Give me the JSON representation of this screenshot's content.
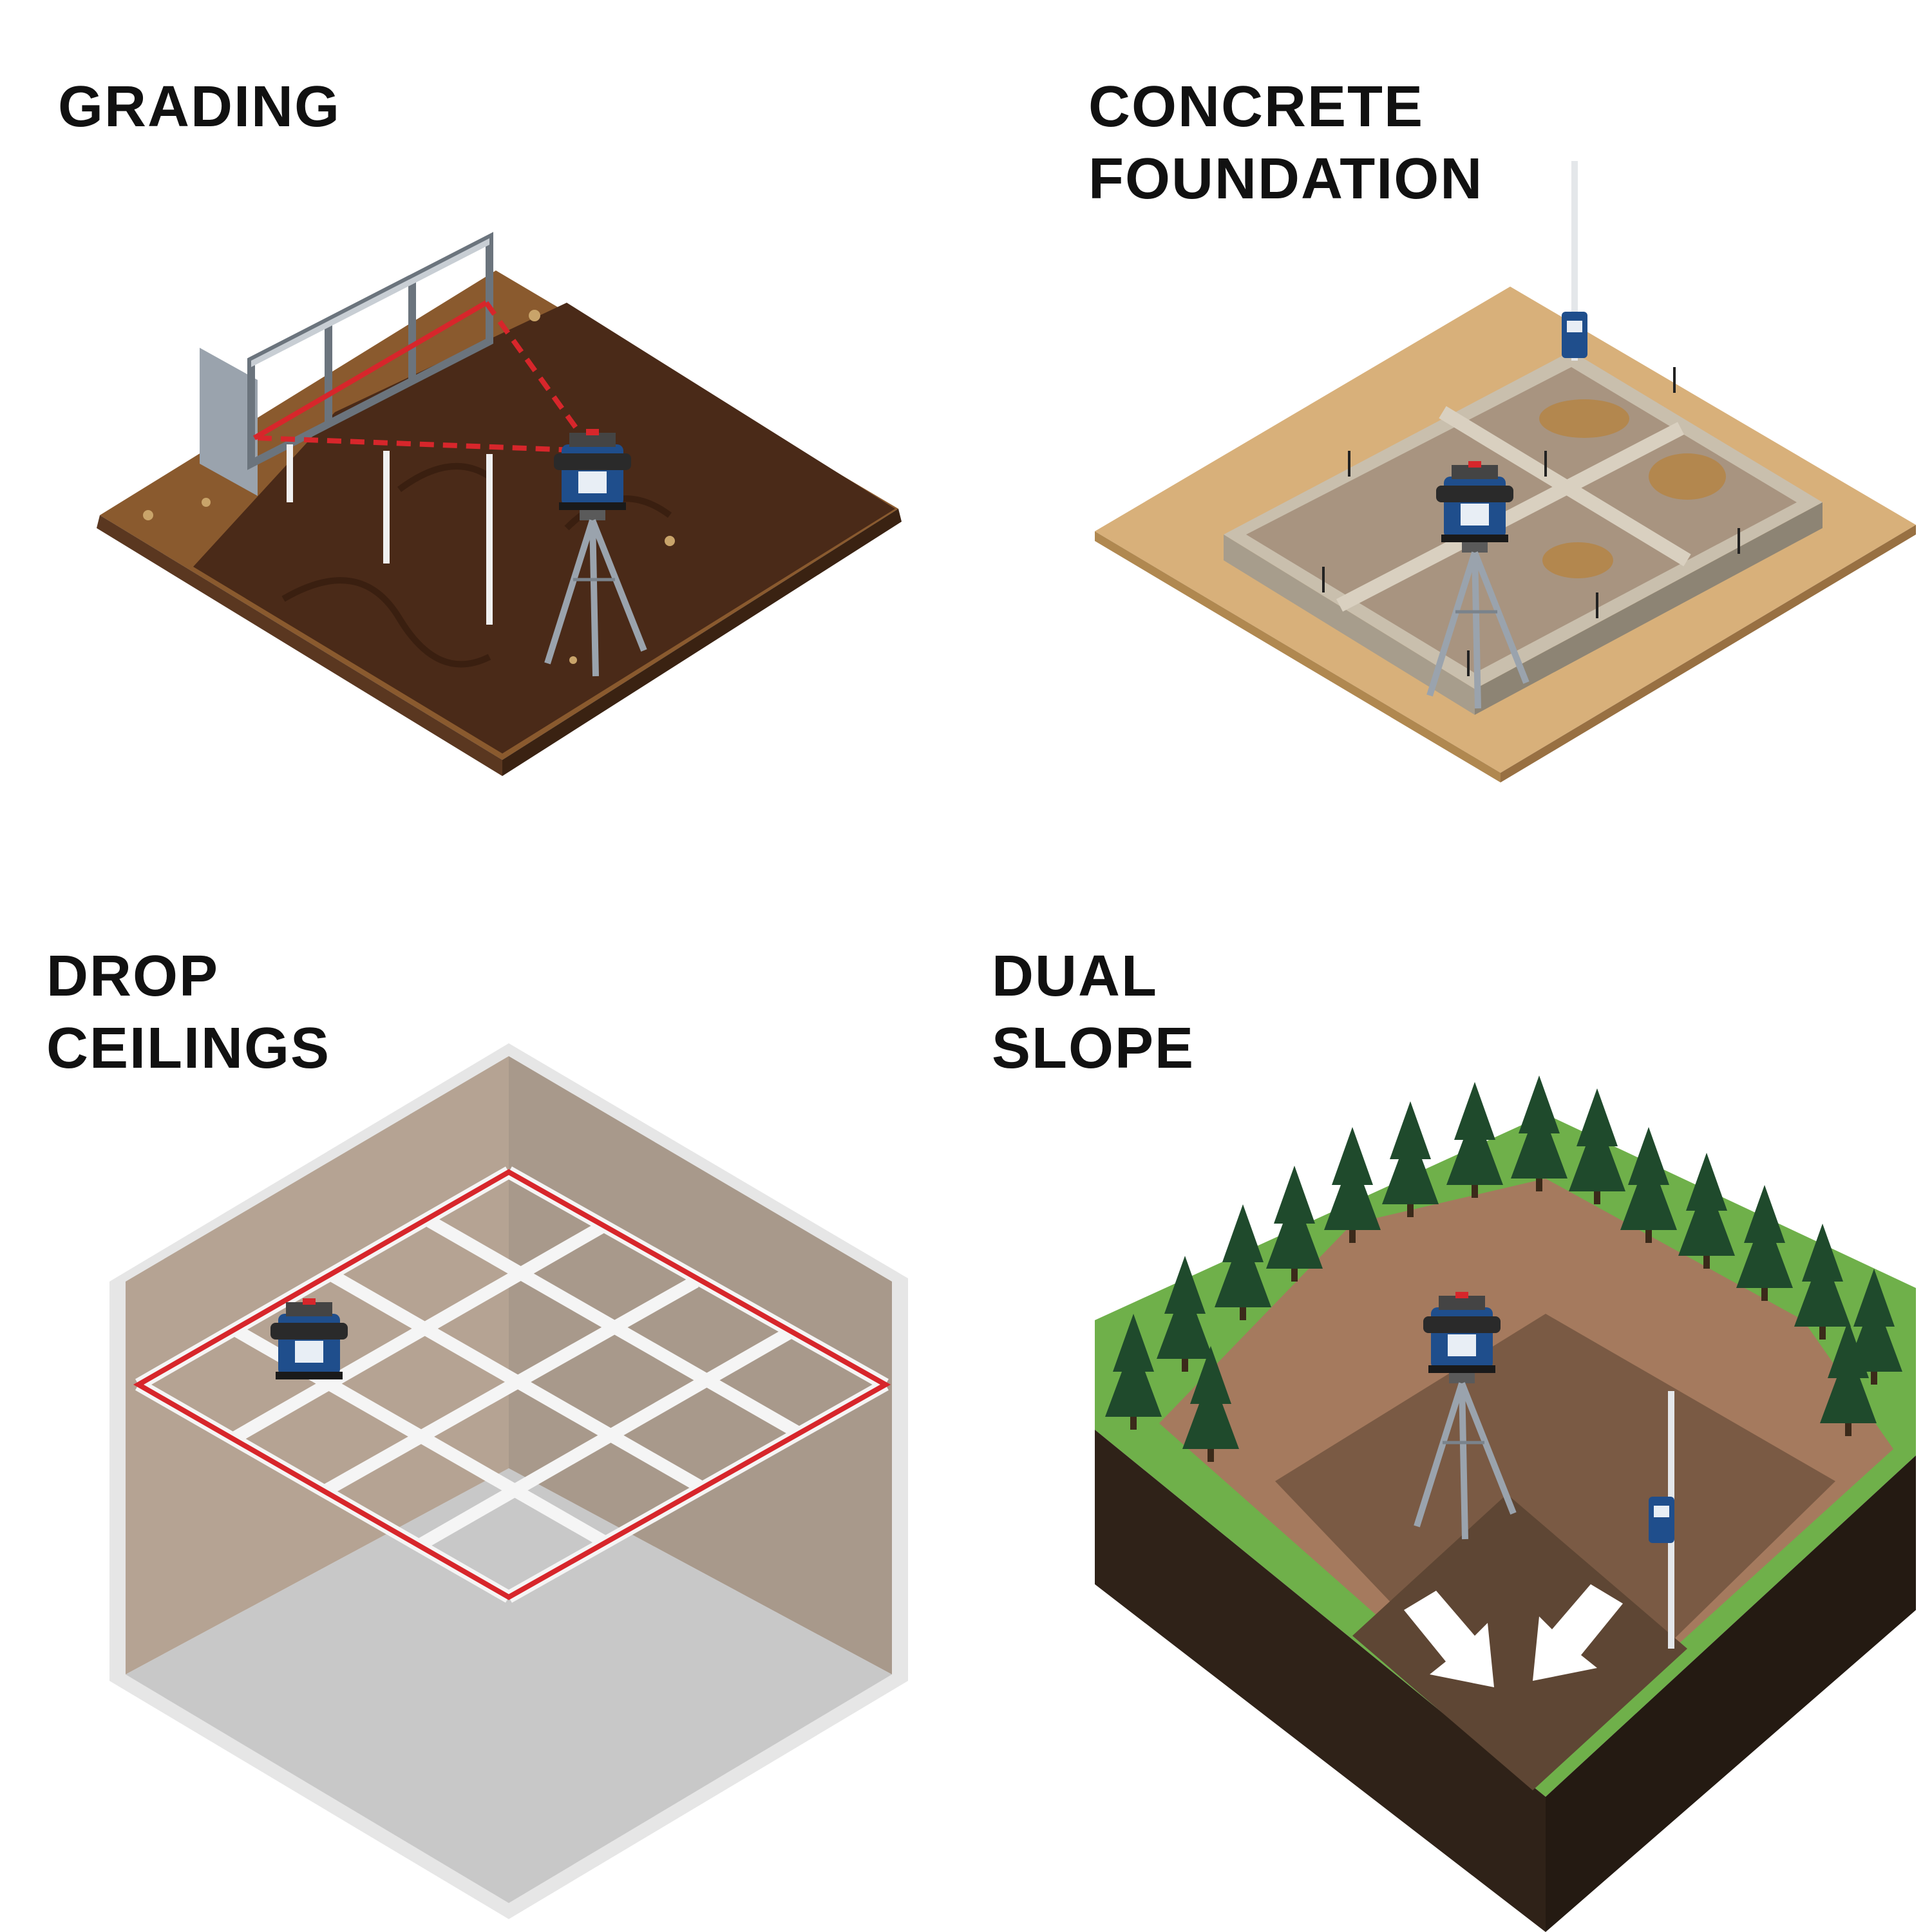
{
  "panels": {
    "grading": {
      "title_line1": "GRADING"
    },
    "concrete": {
      "title_line1": "CONCRETE",
      "title_line2": "FOUNDATION"
    },
    "drop_ceilings": {
      "title_line1": "DROP",
      "title_line2": "CEILINGS"
    },
    "dual_slope": {
      "title_line1": "DUAL",
      "title_line2": "SLOPE"
    }
  },
  "colors": {
    "laser": "#d7262b",
    "tool_blue": "#1f4e8c",
    "soil_dark": "#4a2a18",
    "soil_light": "#8a5a2e",
    "sand": "#d8b07a",
    "concrete": "#c9bfad",
    "wall": "#b5a393",
    "grass": "#6fb04a",
    "tree": "#1f4a2c",
    "rock": "#a57a5e"
  },
  "icons": {
    "tool": "rotary-laser-level-icon",
    "tripod": "tripod-icon",
    "receiver": "laser-receiver-icon",
    "arrow": "slope-arrow-icon"
  }
}
